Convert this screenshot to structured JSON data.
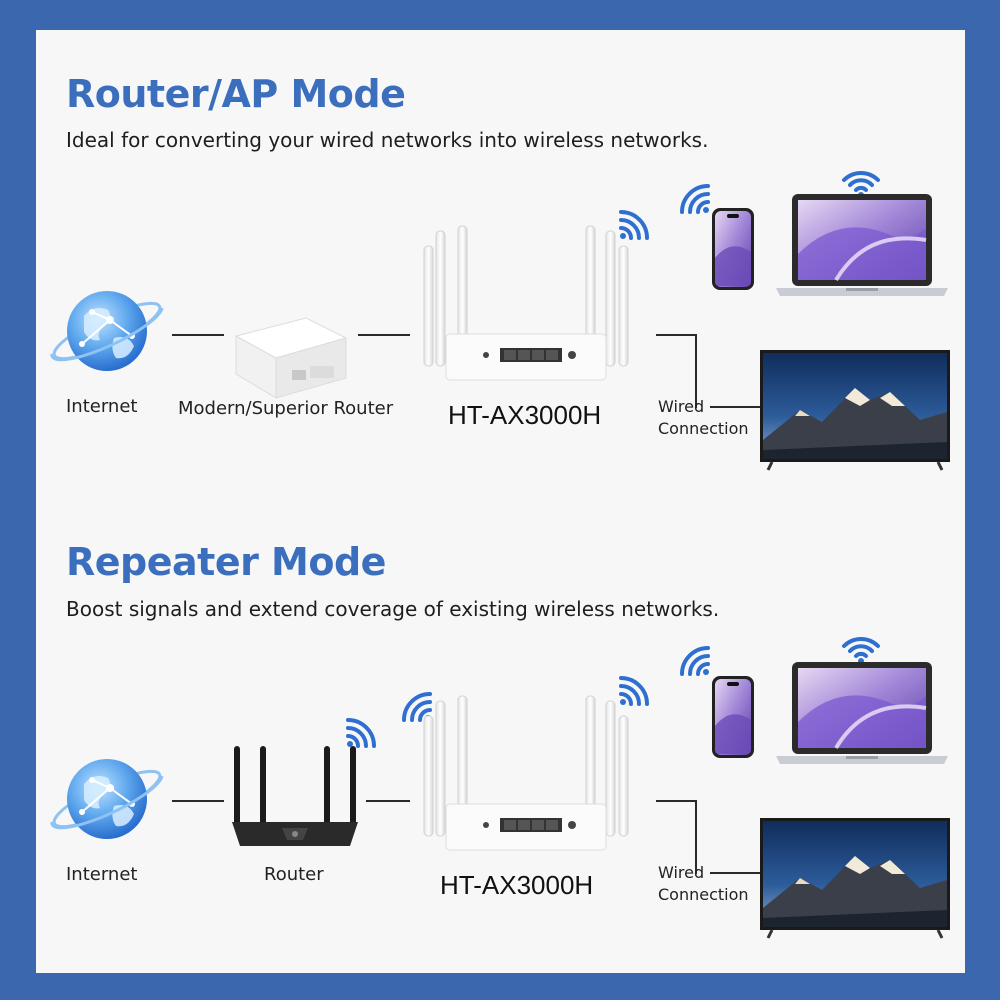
{
  "colors": {
    "frame": "#3a67ae",
    "title": "#3b6fbd",
    "wifi": "#2f6fd0"
  },
  "router_ap": {
    "title": "Router/AP Mode",
    "subtitle": "Ideal for converting your wired networks into wireless networks.",
    "internet_label": "Internet",
    "upstream_label": "Modern/Superior Router",
    "model_label": "HT-AX3000H",
    "wired_label_1": "Wired",
    "wired_label_2": "Connection"
  },
  "repeater": {
    "title": "Repeater Mode",
    "subtitle": "Boost signals and extend coverage of existing wireless networks.",
    "internet_label": "Internet",
    "upstream_label": "Router",
    "model_label": "HT-AX3000H",
    "wired_label_1": "Wired",
    "wired_label_2": "Connection"
  },
  "icons": [
    "globe-icon",
    "wifi-icon",
    "smartphone-icon",
    "laptop-icon",
    "tv-icon",
    "white-router-icon",
    "black-router-icon",
    "modem-icon"
  ]
}
